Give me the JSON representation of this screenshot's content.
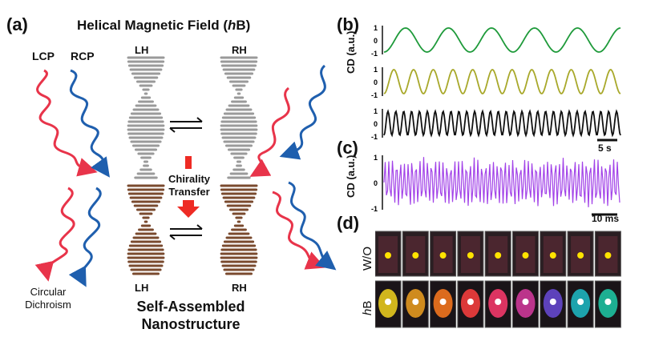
{
  "panel_a": {
    "label": "(a)",
    "title_main": "Helical Magnetic Field (",
    "title_h": "h",
    "title_end": "B)",
    "lcp": "LCP",
    "rcp": "RCP",
    "lh_top": "LH",
    "rh_top": "RH",
    "lh_bottom": "LH",
    "rh_bottom": "RH",
    "chirality": "Chirality",
    "transfer": "Transfer",
    "cd_line1": "Circular",
    "cd_line2": "Dichroism",
    "sa_line1": "Self-Assembled",
    "sa_line2": "Nanostructure",
    "colors": {
      "lcp": "#e8344a",
      "rcp": "#1f5fae",
      "arrow": "#ee2b24",
      "top_helix": "#9a9a9a",
      "bottom_helix": "#7a4a2e"
    }
  },
  "panel_b": {
    "label": "(b)",
    "ylabel": "CD (a.u.)",
    "scale_label": "5 s",
    "tick_pos": "1",
    "tick_zero": "0",
    "tick_neg": "-1",
    "colors": [
      "#1e9a3a",
      "#a8a82a",
      "#111111"
    ]
  },
  "panel_c": {
    "label": "(c)",
    "ylabel": "CD (a.u.)",
    "scale_label": "10 ms",
    "tick_pos": "1",
    "tick_zero": "0",
    "tick_neg": "-1",
    "color": "#a243e8"
  },
  "panel_d": {
    "label": "(d)",
    "row1_label": "W/O",
    "row2_label": "hB",
    "row2_label_h": "h",
    "row2_label_b": "B",
    "row1_dot_color": "#ffe300",
    "row2_colors": [
      "#f2d21e",
      "#f0a020",
      "#ff7a1e",
      "#ff4040",
      "#ff3a6e",
      "#d83aa0",
      "#6a4ad8",
      "#1ebcc8",
      "#1ecaa8"
    ]
  },
  "chart_data": [
    {
      "type": "line",
      "title": "",
      "xlabel": "",
      "ylabel": "CD (a.u.)",
      "ylim": [
        -1,
        1
      ],
      "note_scale": "5 s",
      "series": [
        {
          "values": [
            0,
            1,
            0,
            -1,
            0,
            1,
            0,
            -1,
            0,
            1,
            0,
            -1,
            0
          ]
        }
      ]
    },
    {
      "type": "line",
      "ylabel": "CD (a.u.)",
      "ylim": [
        -1,
        1
      ],
      "scale": "10 ms",
      "series": [
        {
          "values": [
            0.6,
            -0.7,
            0.8,
            -0.6,
            0.9,
            -0.8,
            0.5,
            -0.9,
            0.7,
            -0.6
          ]
        }
      ]
    }
  ]
}
